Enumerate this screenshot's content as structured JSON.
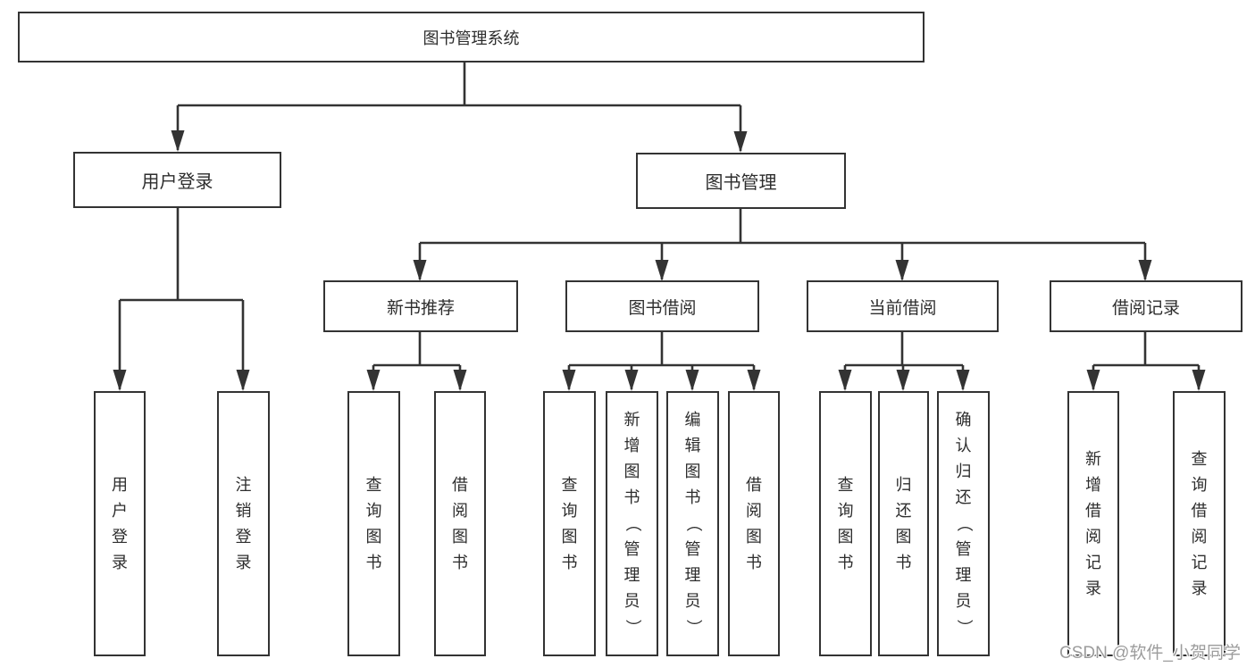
{
  "diagram": {
    "root": {
      "label": "图书管理系统"
    },
    "level2": [
      {
        "label": "用户登录"
      },
      {
        "label": "图书管理"
      }
    ],
    "login_children": [
      {
        "label": "用户登录"
      },
      {
        "label": "注销登录"
      }
    ],
    "management_children": [
      {
        "label": "新书推荐"
      },
      {
        "label": "图书借阅"
      },
      {
        "label": "当前借阅"
      },
      {
        "label": "借阅记录"
      }
    ],
    "new_book_children": [
      {
        "label": "查询图书"
      },
      {
        "label": "借阅图书"
      }
    ],
    "borrow_children": [
      {
        "label": "查询图书"
      },
      {
        "label": "新增图书（管理员）"
      },
      {
        "label": "编辑图书（管理员）"
      },
      {
        "label": "借阅图书"
      }
    ],
    "current_children": [
      {
        "label": "查询图书"
      },
      {
        "label": "归还图书"
      },
      {
        "label": "确认归还（管理员）"
      }
    ],
    "record_children": [
      {
        "label": "新增借阅记录"
      },
      {
        "label": "查询借阅记录"
      }
    ]
  },
  "watermark": {
    "text": "CSDN @软件_小贺同学"
  },
  "colors": {
    "line": "#333333",
    "box_border": "#333333",
    "box_fill": "#ffffff",
    "text": "#2d2d2d",
    "background": "#ffffff",
    "watermark": "#9c9c9c"
  }
}
